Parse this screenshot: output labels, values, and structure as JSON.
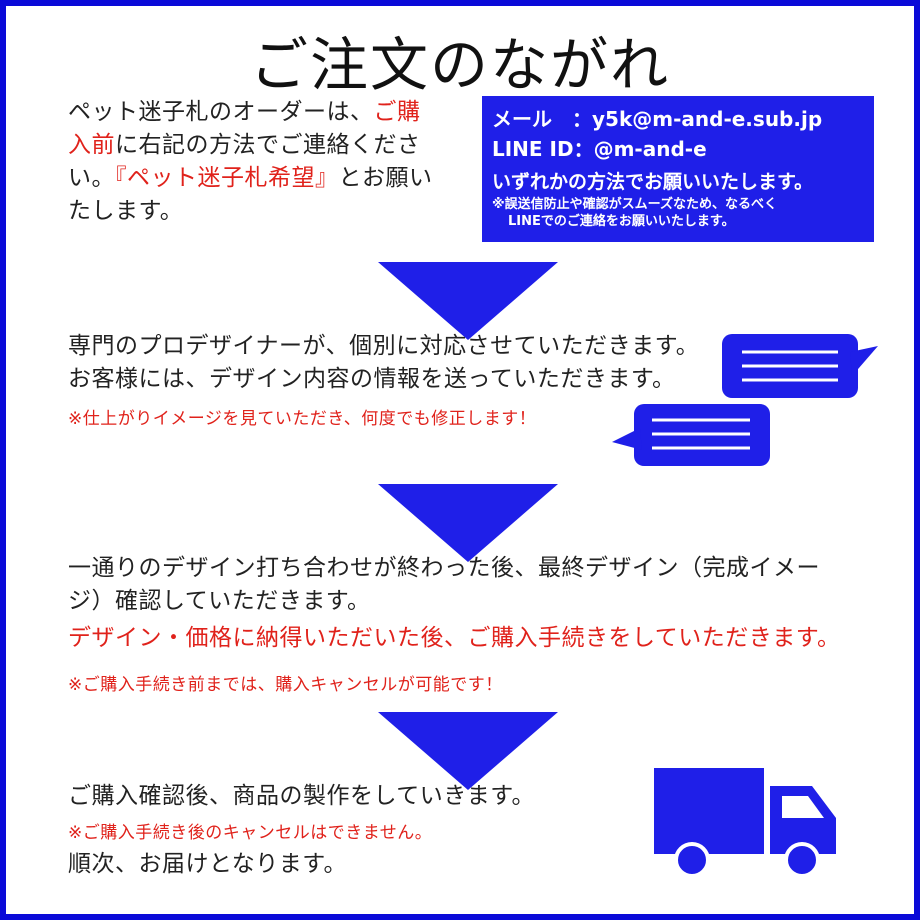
{
  "title": "ご注文のながれ",
  "colors": {
    "accent": "#1f1fe8",
    "highlight": "#e0221b",
    "border": "#0a0ad8"
  },
  "step1": {
    "line1_a": "ペット迷子札のオーダーは、",
    "line1_b": "ご購",
    "line2_a": "入前",
    "line2_b": "に右記の方法でご連絡くださ",
    "line3_a": "い。",
    "line3_b": "『ペット迷子札希望』",
    "line3_c": "とお願い",
    "line4": "たします。"
  },
  "contact": {
    "mail_label": "メール　：",
    "mail_value": "y5k@m-and-e.sub.jp",
    "line_label": "LINE ID：",
    "line_value": "@m-and-e",
    "request": "いずれかの方法でお願いいたします。",
    "note1": "※誤送信防止や確認がスムーズなため、なるべく",
    "note2": "LINEでのご連絡をお願いいたします。"
  },
  "step2": {
    "line1": "専門のプロデザイナーが、個別に対応させていただきます。",
    "line2": "お客様には、デザイン内容の情報を送っていただきます。",
    "note": "※仕上がりイメージを見ていただき、何度でも修正します！"
  },
  "step3": {
    "line1": "一通りのデザイン打ち合わせが終わった後、最終デザイン（完成イメー",
    "line2": "ジ）確認していただきます。",
    "line3": "デザイン・価格に納得いただいた後、ご購入手続きをしていただきます。",
    "note": "※ご購入手続き前までは、購入キャンセルが可能です！"
  },
  "step4": {
    "line1": "ご購入確認後、商品の製作をしていきます。",
    "note": "※ご購入手続き後のキャンセルはできません。",
    "line2": "順次、お届けとなります。"
  },
  "icons": [
    "chat-bubble-icon",
    "chat-bubble-icon",
    "arrow-down-icon",
    "truck-icon"
  ]
}
